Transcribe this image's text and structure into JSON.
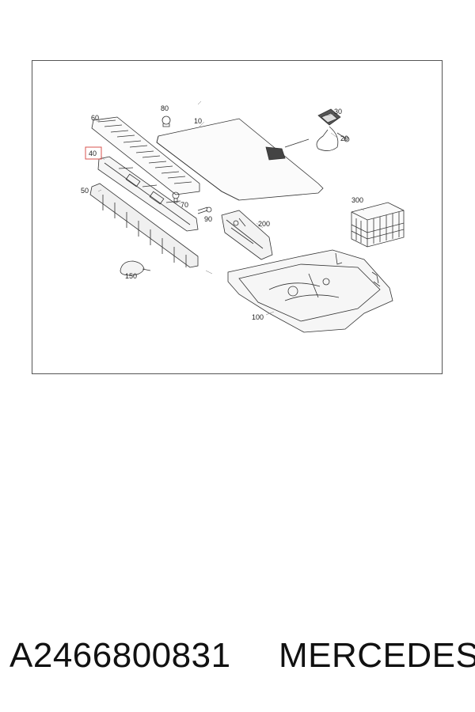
{
  "callouts": {
    "c10": "10",
    "c20": "20",
    "c30": "30",
    "c40": "40",
    "c50": "50",
    "c60": "60",
    "c70": "70",
    "c80": "80",
    "c90": "90",
    "c100": "100",
    "c150": "150",
    "c200": "200",
    "c300": "300"
  },
  "highlight_color": "#d9534f",
  "footer": {
    "part_number": "A2466800831",
    "brand": "MERCEDES"
  }
}
